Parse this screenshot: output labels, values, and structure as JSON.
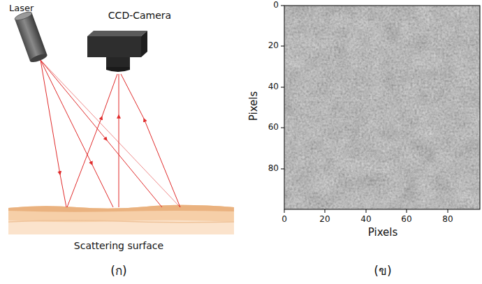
{
  "diagram": {
    "labels": [
      "Laser",
      "CCD-Camera",
      "0",
      "20",
      "40",
      "60",
      "80",
      "Pixels",
      "Scattering surface",
      "0",
      "20",
      "40",
      "60",
      "80",
      "Pixels",
      "(ก)",
      "(ข)"
    ]
  }
}
